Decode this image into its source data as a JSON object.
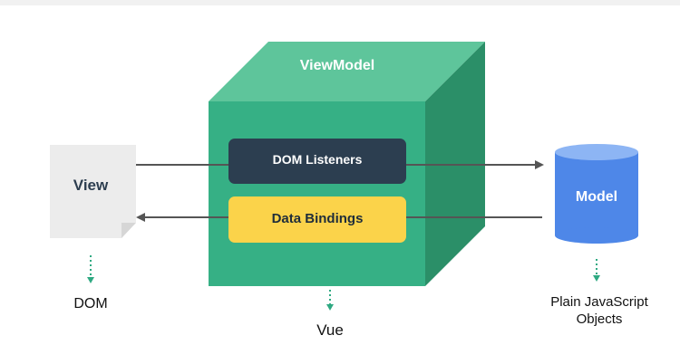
{
  "viewmodel": {
    "title": "ViewModel"
  },
  "inner": {
    "dom_listeners": "DOM Listeners",
    "data_bindings": "Data Bindings"
  },
  "view": {
    "title": "View",
    "caption": "DOM"
  },
  "model": {
    "title": "Model",
    "caption_line1": "Plain JavaScript",
    "caption_line2": "Objects"
  },
  "vue": {
    "caption": "Vue"
  },
  "colors": {
    "cube_front": "#36b085",
    "cube_top": "#5ec59b",
    "cube_side": "#2b8f68",
    "listeners_box": "#2c3e50",
    "bindings_box": "#fbd34a",
    "model_cylinder": "#4e87e8",
    "model_top": "#8db5f4",
    "view_doc": "#ececec",
    "arrow": "#555555",
    "dotted_arrow": "#2fa982"
  }
}
